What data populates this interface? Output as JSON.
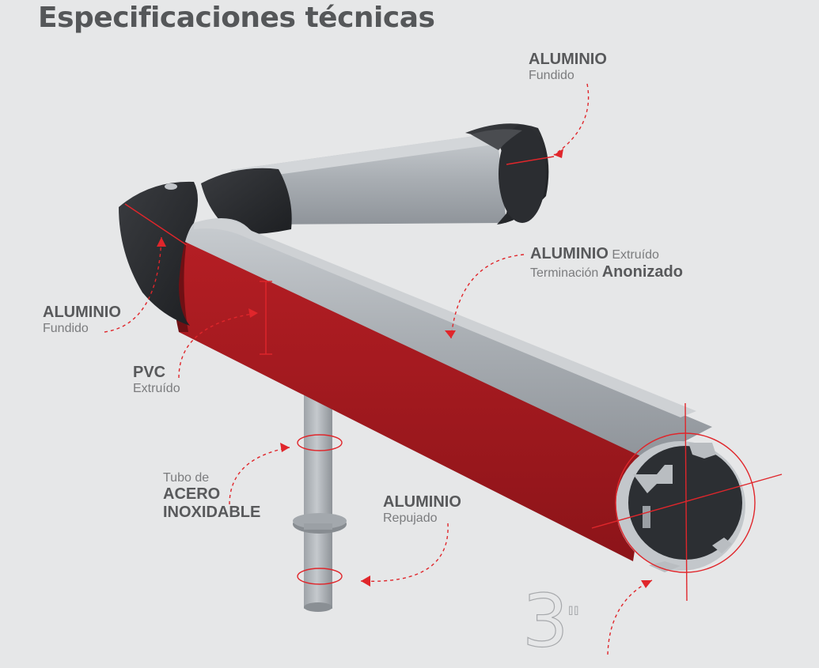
{
  "title": "Especificaciones técnicas",
  "labels": {
    "top_right": {
      "material": "ALUMINIO",
      "process": "Fundido"
    },
    "middle_right": {
      "material": "ALUMINIO",
      "process": "Extruído",
      "finish_prefix": "Terminación",
      "finish": "Anonizado"
    },
    "left": {
      "material": "ALUMINIO",
      "process": "Fundido"
    },
    "pvc": {
      "material": "PVC",
      "process": "Extruído"
    },
    "tube": {
      "prefix": "Tubo de",
      "line1": "ACERO",
      "line2": "INOXIDABLE"
    },
    "bottom_center": {
      "material": "ALUMINIO",
      "process": "Repujado"
    }
  },
  "diameter": {
    "value": "3",
    "unit": "\""
  },
  "colors": {
    "background": "#e6e7e8",
    "aluminum": "#aeb3b8",
    "pvc_red": "#a11a1f",
    "end_cap": "#26282b",
    "annotation_red": "#e0262b",
    "text": "#58595b"
  }
}
